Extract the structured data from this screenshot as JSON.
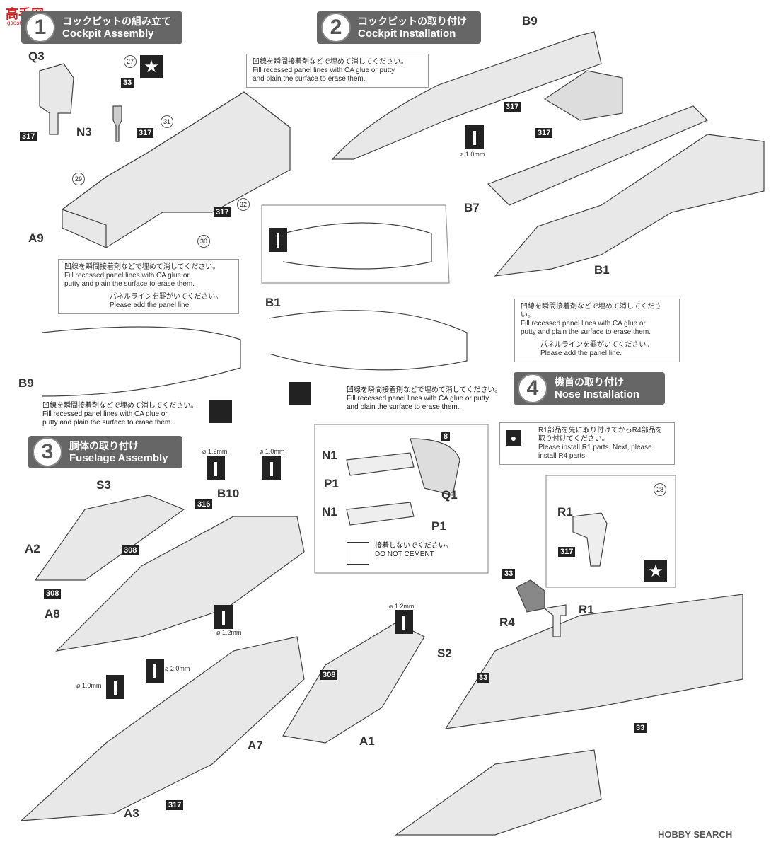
{
  "watermark": {
    "top": "高手网",
    "sub": "gaoshou.net"
  },
  "steps": [
    {
      "num": "1",
      "jp": "コックピットの組み立て",
      "en": "Cockpit Assembly"
    },
    {
      "num": "2",
      "jp": "コックピットの取り付け",
      "en": "Cockpit Installation"
    },
    {
      "num": "3",
      "jp": "胴体の取り付け",
      "en": "Fuselage Assembly"
    },
    {
      "num": "4",
      "jp": "機首の取り付け",
      "en": "Nose Installation"
    }
  ],
  "notes": {
    "fill_jp": "凹線を瞬間接着剤などで埋めて消してください。",
    "fill_en_a": "Fill recessed panel lines with CA glue or putty",
    "fill_en_b": "and plain the surface to erase them.",
    "fill2_en_a": "Fill recessed panel lines with CA glue or",
    "fill2_en_b": "putty and plain the surface to erase them.",
    "panel_jp": "パネルラインを罫がいてください。",
    "panel_en": "Please add the panel line.",
    "notcement_jp": "接着しないでください。",
    "notcement_en": "DO NOT CEMENT",
    "r1_jp_a": "R1部品を先に取り付けてからR4部品を",
    "r1_jp_b": "取り付けてください。",
    "r1_en_a": "Please install R1 parts. Next, please",
    "r1_en_b": "install R4 parts."
  },
  "parts": {
    "Q3": "Q3",
    "N3": "N3",
    "A9": "A9",
    "B9": "B9",
    "B7": "B7",
    "B1": "B1",
    "S3": "S3",
    "A2": "A2",
    "A8": "A8",
    "B10": "B10",
    "A3": "A3",
    "A7": "A7",
    "A1": "A1",
    "S2": "S2",
    "N1": "N1",
    "P1": "P1",
    "Q1": "Q1",
    "R1": "R1",
    "R4": "R4"
  },
  "colors": {
    "c317": "317",
    "c316": "316",
    "c308": "308",
    "c33": "33",
    "c8": "8",
    "d27": "27",
    "d31": "31",
    "d29": "29",
    "d32": "32",
    "d30": "30",
    "d28": "28"
  },
  "drill_sizes": {
    "d10": "⌀ 1.0mm",
    "d12": "⌀ 1.2mm",
    "d20": "⌀ 2.0mm"
  },
  "footer": {
    "brand": "HOBBY SEARCH"
  }
}
